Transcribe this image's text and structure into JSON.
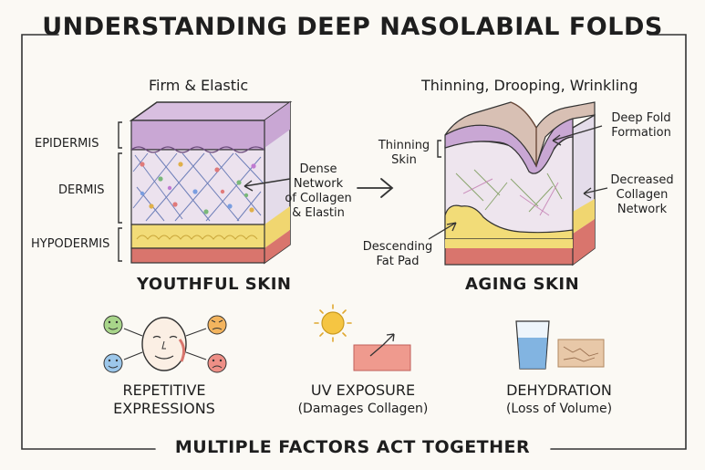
{
  "title": "UNDERSTANDING DEEP NASOLABIAL FOLDS",
  "youthful": {
    "header": "Firm & Elastic",
    "caption": "YOUTHFUL SKIN",
    "layer_labels": {
      "epidermis": "EPIDERMIS",
      "dermis": "DERMIS",
      "hypodermis": "HYPODERMIS"
    },
    "collagen_note": [
      "Dense",
      "Network",
      "of Collagen",
      "& Elastin"
    ]
  },
  "aging": {
    "header": "Thinning, Drooping, Wrinkling",
    "caption": "AGING SKIN",
    "thinning_label": [
      "Thinning",
      "Skin"
    ],
    "fold_label": [
      "Deep Fold",
      "Formation"
    ],
    "collagen_label": [
      "Decreased",
      "Collagen",
      "Network"
    ],
    "fat_label": [
      "Descending",
      "Fat Pad"
    ]
  },
  "factors": [
    {
      "name": [
        "REPETITIVE",
        "EXPRESSIONS"
      ],
      "description": ""
    },
    {
      "name": [
        "UV EXPOSURE"
      ],
      "description": "(Damages Collagen)"
    },
    {
      "name": [
        "DEHYDRATION"
      ],
      "description": "(Loss of Volume)"
    }
  ],
  "footer": "MULTIPLE FACTORS ACT TOGETHER",
  "colors": {
    "epidermis": "#c9a7d4",
    "dermis": "#ece2ee",
    "hypodermis": "#f2dc78",
    "muscle": "#d9756d",
    "sun": "#f5c542",
    "water": "#6fa8dc",
    "smiley_green": "#a8d58a",
    "smiley_blue": "#9cc7ea",
    "smiley_orange": "#f3b45e",
    "smiley_red": "#ee8f86"
  }
}
